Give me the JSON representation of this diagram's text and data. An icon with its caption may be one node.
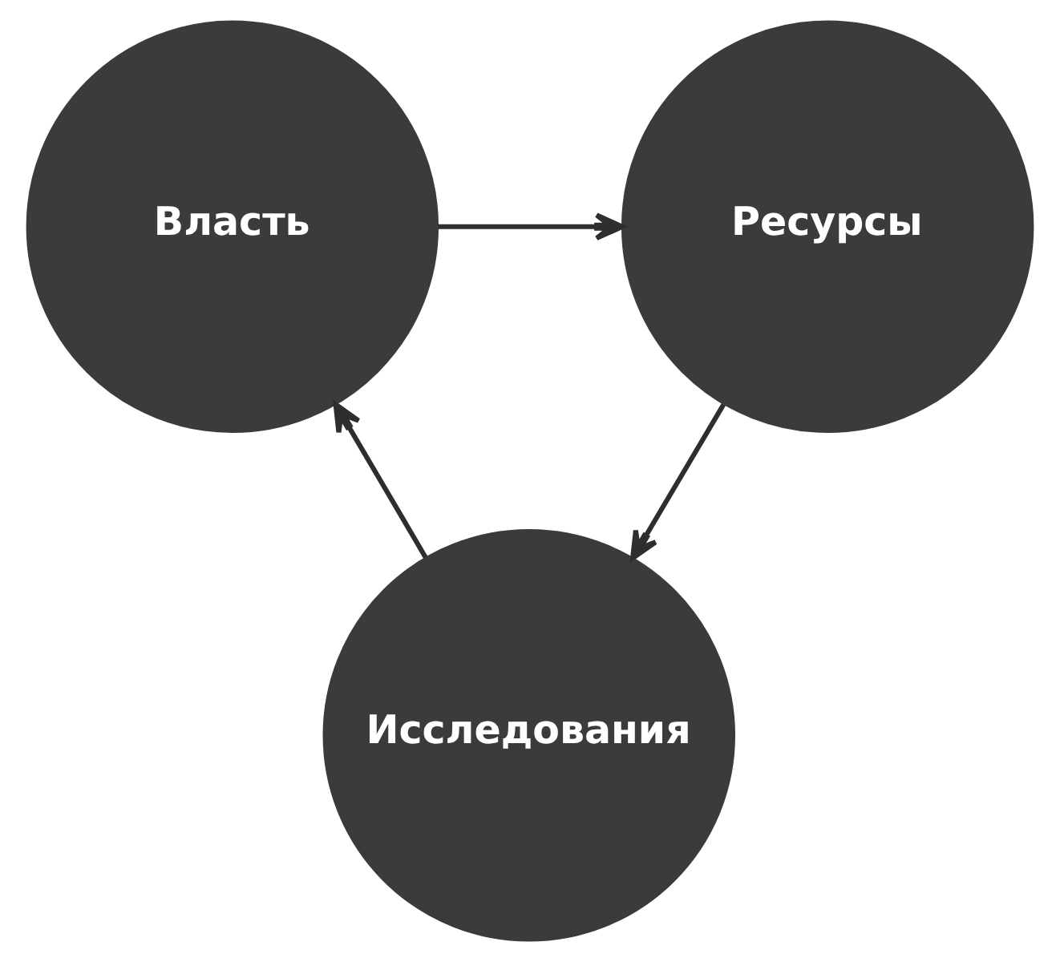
{
  "diagram": {
    "nodes": [
      {
        "text": [
          "Власть"
        ]
      },
      {
        "text": [
          "Ресурсы"
        ]
      },
      {
        "text": [
          "Исследования"
        ]
      }
    ],
    "edges": [
      {
        "from": 0,
        "to": 1,
        "arrow": "to"
      },
      {
        "from": 1,
        "to": 2,
        "arrow": "to"
      },
      {
        "from": 2,
        "to": 0,
        "arrow": "to"
      }
    ]
  }
}
